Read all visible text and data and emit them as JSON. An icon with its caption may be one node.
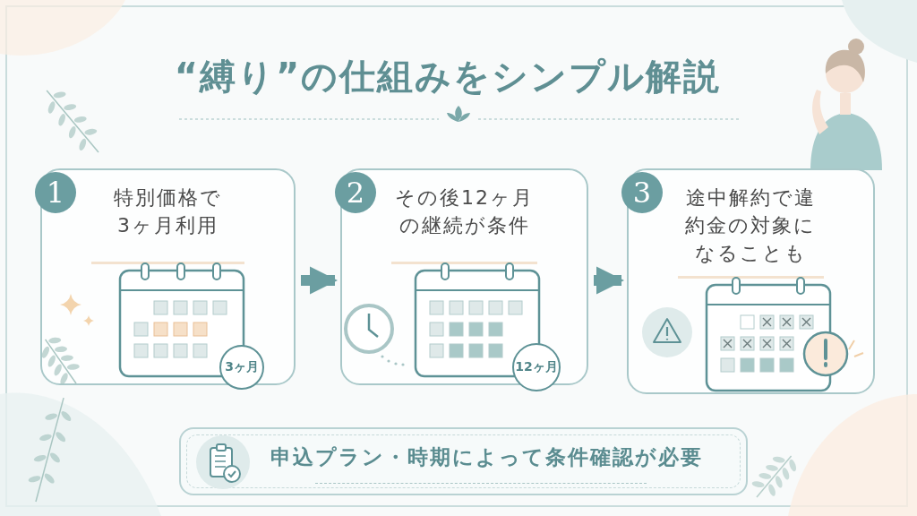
{
  "diagram": {
    "title": "“縛り”の仕組みをシンプル解説",
    "nodes": [
      {
        "text": [
          "1",
          "特別価格で3ヶ月利用"
        ]
      },
      {
        "text": [
          "3ヶ月"
        ],
        "in": 0
      },
      {
        "text": [
          "2",
          "その後12ヶ月の継続が条件"
        ]
      },
      {
        "text": [
          "12ヶ月"
        ],
        "in": 2
      },
      {
        "text": [
          "3",
          "途中解約で違約金の対象になることも"
        ]
      },
      {
        "text": [
          "申込プラン・時期によって条件確認が必要"
        ]
      }
    ],
    "edges": [
      {
        "from": 0,
        "to": 2,
        "arrow": "to"
      },
      {
        "from": 2,
        "to": 4,
        "arrow": "to"
      }
    ]
  }
}
